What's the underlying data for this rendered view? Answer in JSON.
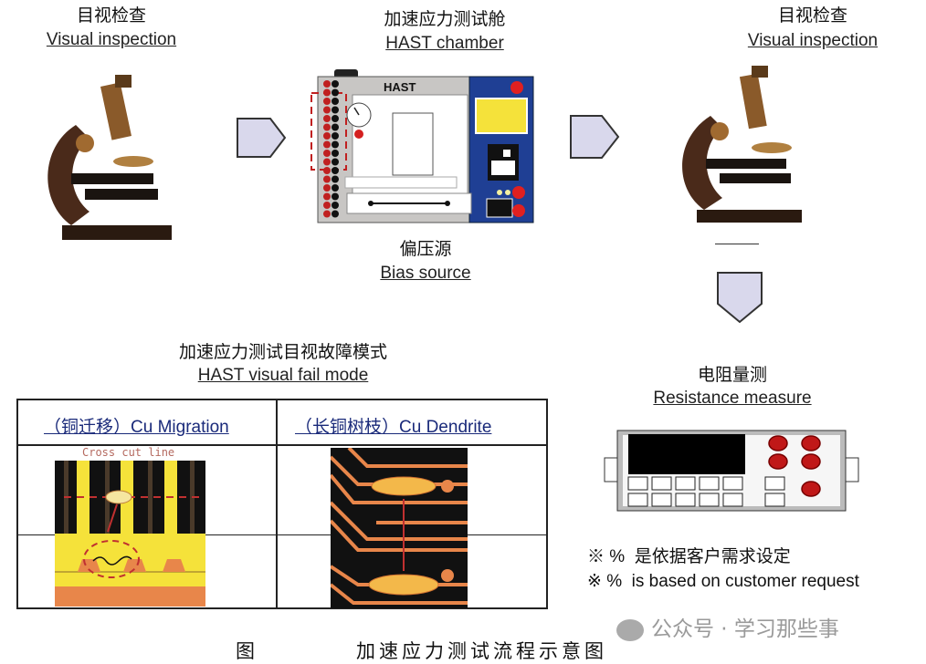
{
  "steps": [
    {
      "title_zh": "目视检查",
      "title_en": "Visual inspection"
    },
    {
      "title_zh": "加速应力测试舱",
      "title_en": "HAST chamber",
      "panel_label": "HAST",
      "sub_zh": "偏压源",
      "sub_en": "Bias source"
    },
    {
      "title_zh": "目视检查",
      "title_en": "Visual inspection"
    },
    {
      "title_zh": "电阻量测",
      "title_en": "Resistance measure"
    }
  ],
  "fail_mode": {
    "title_zh": "加速应力测试目视故障模式",
    "title_en": "HAST visual fail mode",
    "columns": [
      {
        "zh": "（铜迁移）",
        "en": "Cu Migration",
        "annotation": "Cross cut line"
      },
      {
        "zh": "（长铜树枝）",
        "en": "Cu Dendrite"
      }
    ]
  },
  "notes": [
    {
      "mark": "※ %",
      "text": "是依据客户需求设定"
    },
    {
      "mark": "※ %",
      "text": "is based on customer request"
    }
  ],
  "caption": {
    "label": "图",
    "title": "加速应力测试流程示意图"
  },
  "watermark": "公众号 · 学习那些事",
  "colors": {
    "arrow_fill": "#d9d8ec",
    "panel_blue": "#1f3f94",
    "red": "#d42020",
    "yellow": "#f5e23a",
    "copper": "#e8864a"
  }
}
